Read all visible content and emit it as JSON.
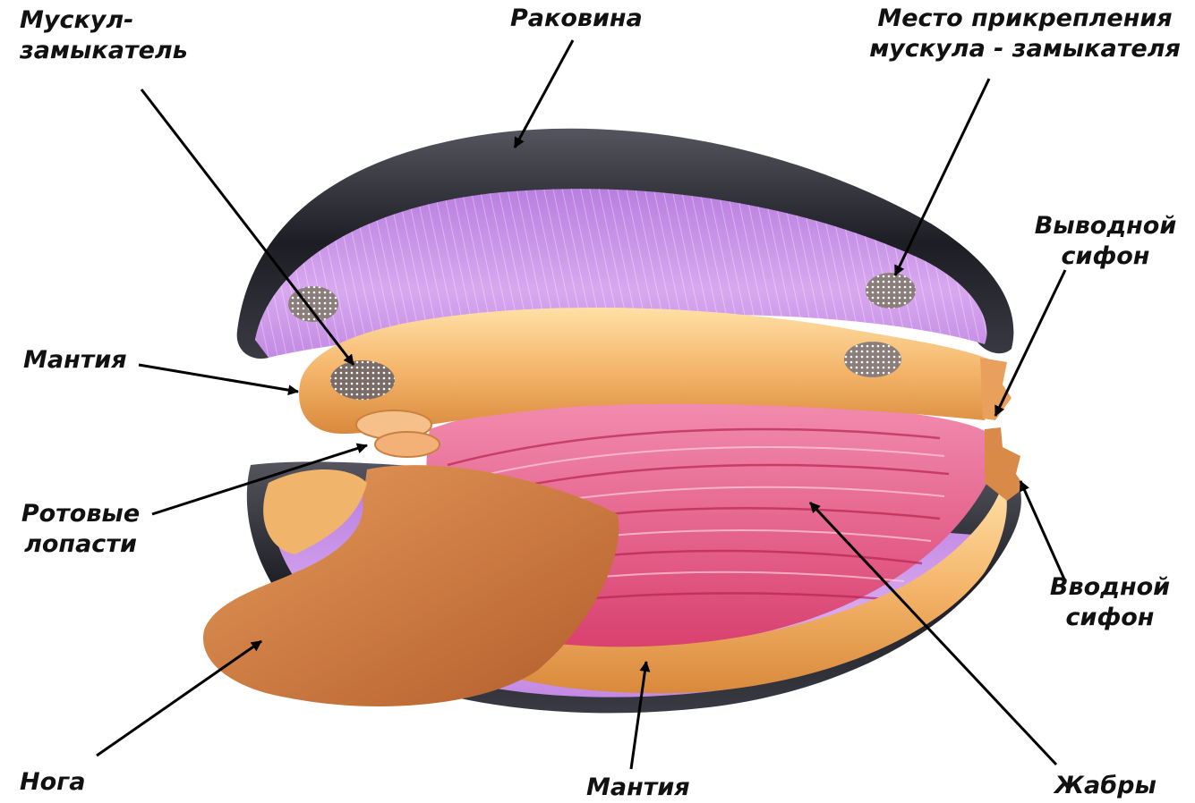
{
  "labels": {
    "adductor_muscle": [
      "Мускул-",
      "замыкатель"
    ],
    "shell": "Раковина",
    "muscle_attachment": [
      "Место прикрепления",
      "мускула - замыкателя"
    ],
    "exhalant_siphon": [
      "Выводной",
      "сифон"
    ],
    "mantle_left": "Мантия",
    "oral_lobes": [
      "Ротовые",
      "лопасти"
    ],
    "inhalant_siphon": [
      "Вводной",
      "сифон"
    ],
    "foot": "Нога",
    "mantle_bottom": "Мантия",
    "gills": "Жабры"
  },
  "colors": {
    "shell": "#2a2a33",
    "mantle_inner": "#c48ae6",
    "body": "#f0b46a",
    "foot": "#c9733c",
    "gills": "#e55a8a",
    "arrow": "#000000"
  }
}
